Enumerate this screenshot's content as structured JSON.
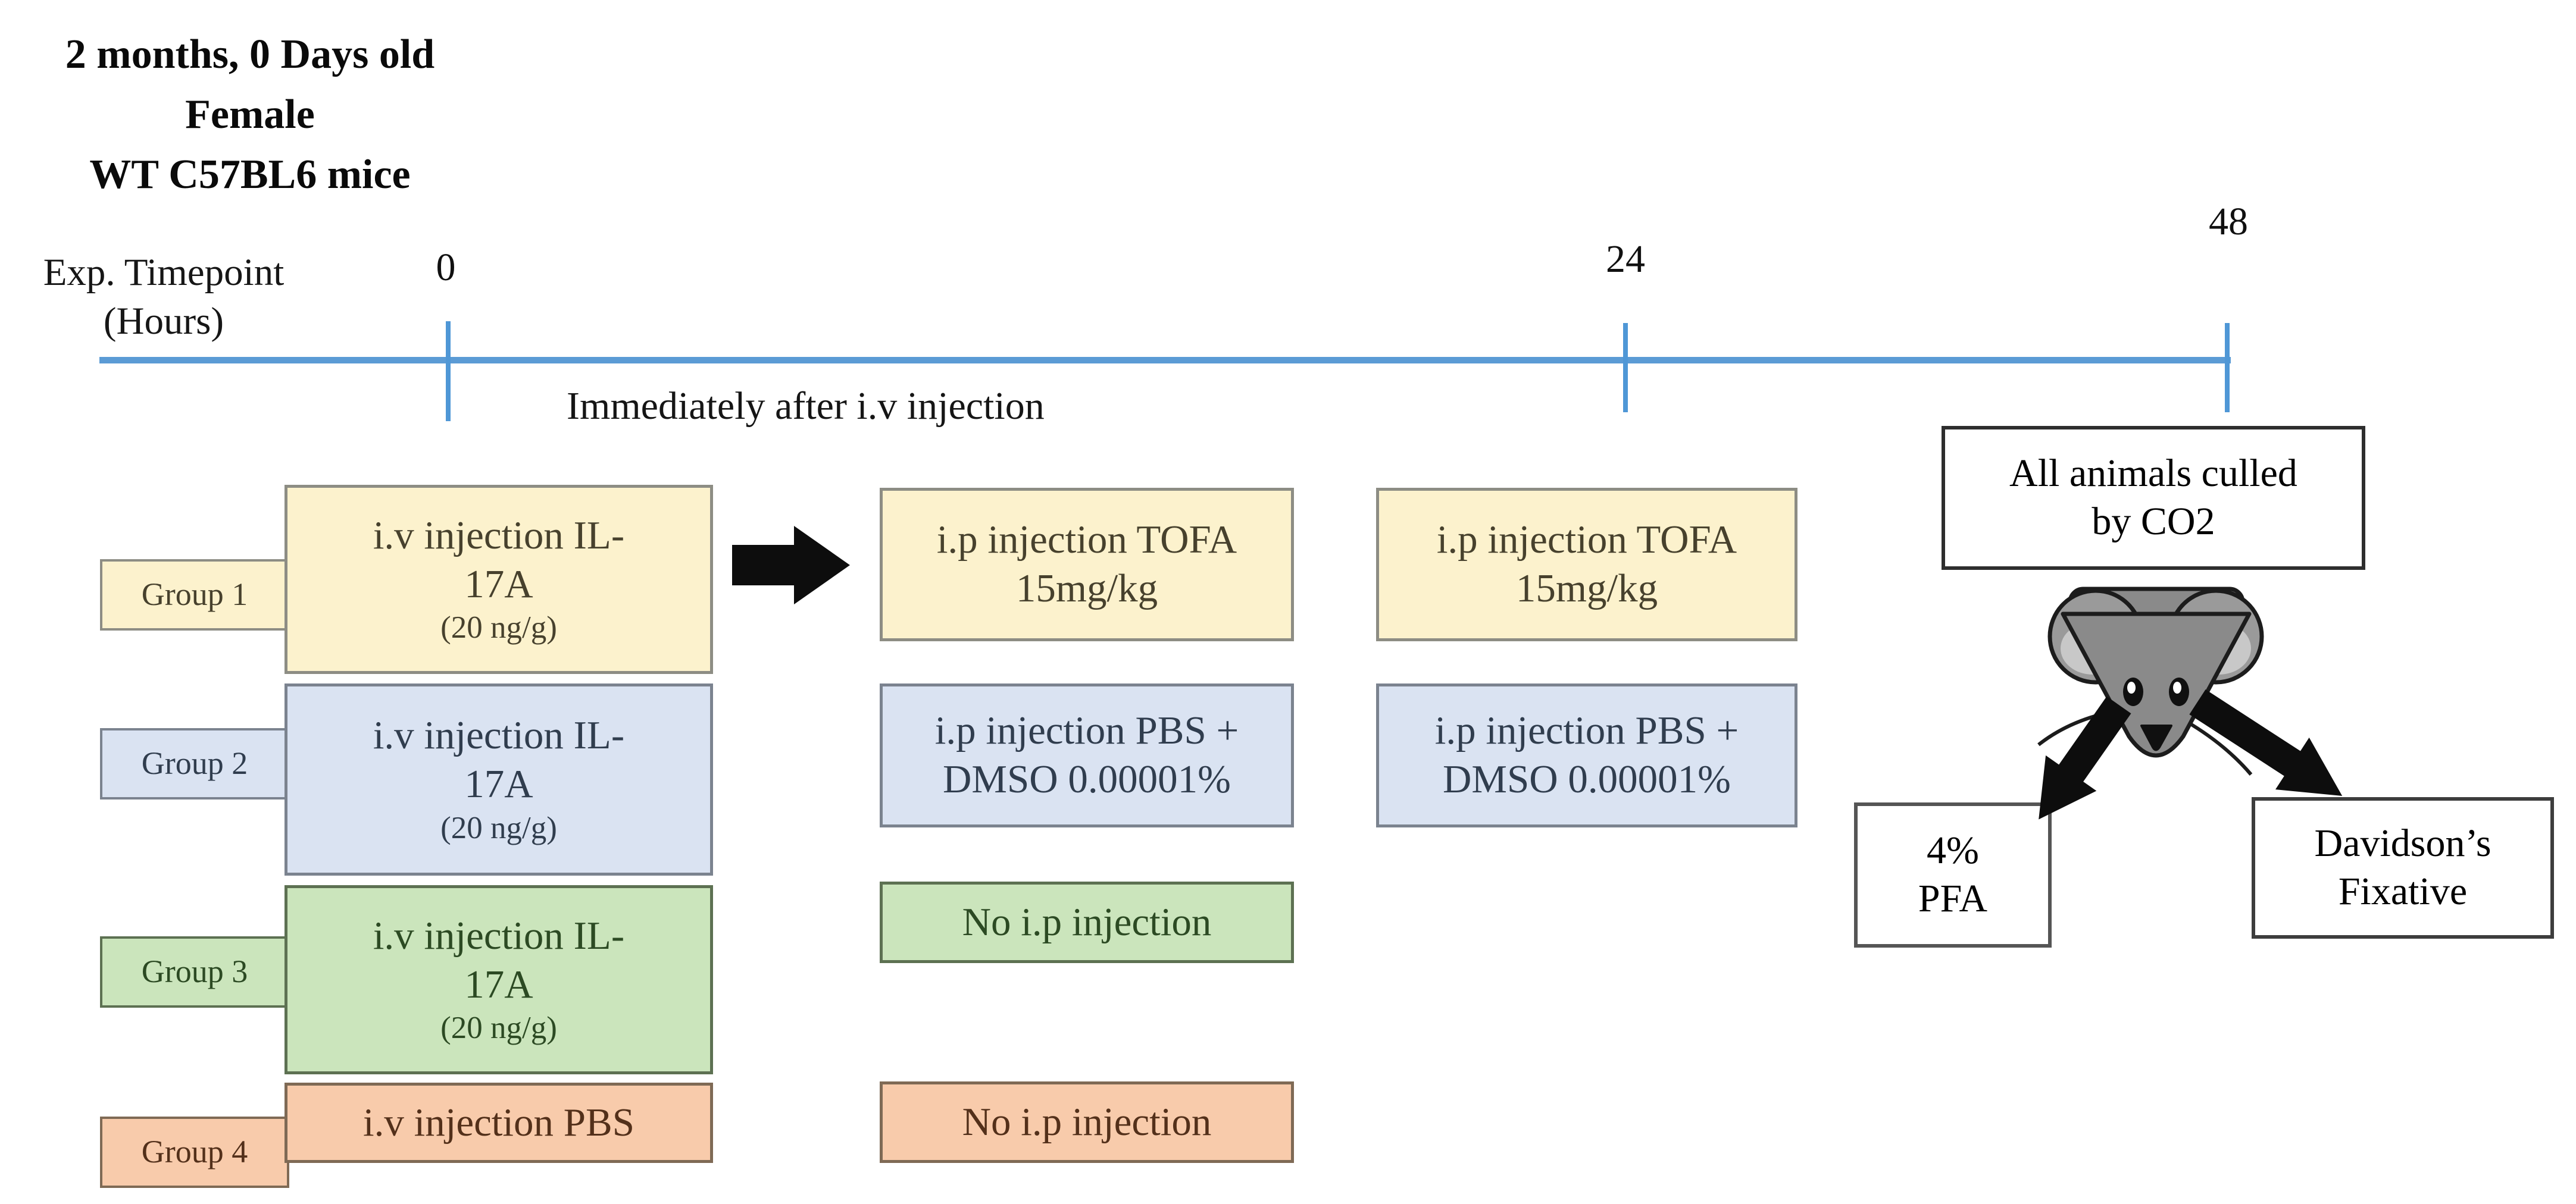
{
  "subject": {
    "line1": "2 months, 0 Days old",
    "line2": "Female",
    "line3": "WT C57BL6 mice"
  },
  "timeline": {
    "axis_label_line1": "Exp. Timepoint",
    "axis_label_line2": "(Hours)",
    "tick_0": "0",
    "tick_24": "24",
    "tick_48": "48",
    "annotation": "Immediately after i.v injection",
    "color": "#5b9bd5"
  },
  "groups": [
    {
      "label": "Group 1",
      "iv_line1": "i.v injection IL-",
      "iv_line2": "17A",
      "iv_dose": "(20 ng/g)"
    },
    {
      "label": "Group 2",
      "iv_line1": "i.v injection IL-",
      "iv_line2": "17A",
      "iv_dose": "(20 ng/g)"
    },
    {
      "label": "Group 3",
      "iv_line1": "i.v injection IL-",
      "iv_line2": "17A",
      "iv_dose": "(20 ng/g)"
    },
    {
      "label": "Group 4",
      "iv_line1": "i.v injection PBS"
    }
  ],
  "ip_0h": [
    {
      "line1": "i.p injection TOFA",
      "line2": "15mg/kg"
    },
    {
      "line1": "i.p injection PBS +",
      "line2": "DMSO 0.00001%"
    },
    {
      "line1": "No i.p injection"
    },
    {
      "line1": "No i.p injection"
    }
  ],
  "ip_24h": [
    {
      "line1": "i.p injection TOFA",
      "line2": "15mg/kg"
    },
    {
      "line1": "i.p injection PBS +",
      "line2": "DMSO 0.00001%"
    }
  ],
  "endpoint": {
    "cull_line1": "All animals culled",
    "cull_line2": "by CO2",
    "outcome_left_line1": "4%",
    "outcome_left_line2": "PFA",
    "outcome_right_line1": "Davidson’s",
    "outcome_right_line2": "Fixative"
  },
  "colors": {
    "timeline_blue": "#5b9bd5",
    "group1_fill": "#fcf2cd",
    "group2_fill": "#dae3f2",
    "group3_fill": "#cbe5bc",
    "group4_fill": "#f8cbab",
    "box_border_gray": "#7f7f7f",
    "arrow_black": "#0d0d0d",
    "mouse_gray": "#8a8a8a"
  }
}
